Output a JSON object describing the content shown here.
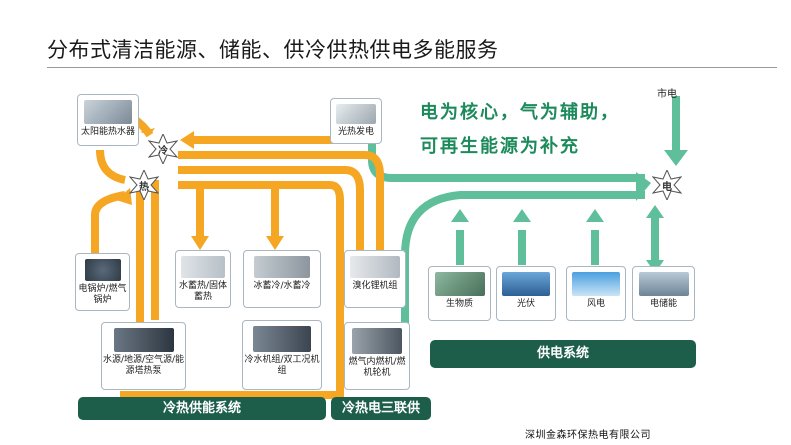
{
  "title": "分布式清洁能源、储能、供冷供热供电多能服务",
  "slogan": {
    "line1": "电为核心，气为辅助，",
    "line2": "可再生能源为补充"
  },
  "grid_label": "市电",
  "nodes": {
    "cold": "冷",
    "heat": "热",
    "electric": "电"
  },
  "boxes": {
    "solar_water_heater": "太阳能热水器",
    "solar_thermal_power": "光热发电",
    "boiler": "电锅炉/燃气锅炉",
    "heat_storage": "水蓄热/固体蓄热",
    "cold_storage": "冰蓄冷/水蓄冷",
    "lithium_bromide": "溴化锂机组",
    "heat_pump": "水源/地源/空气源/能源塔热泵",
    "chiller": "冷水机组/双工况机组",
    "gas_engine": "燃气内燃机/燃机轮机",
    "biomass": "生物质",
    "pv": "光伏",
    "wind": "风电",
    "storage": "电储能"
  },
  "bars": {
    "cooling_heating": "冷热供能系统",
    "cchp": "冷热电三联供",
    "power_supply": "供电系统"
  },
  "footer": "深圳金森环保热电有限公司",
  "colors": {
    "orange": "#f5a623",
    "green": "#5fbf9a",
    "dark_green": "#1c5e4a"
  }
}
